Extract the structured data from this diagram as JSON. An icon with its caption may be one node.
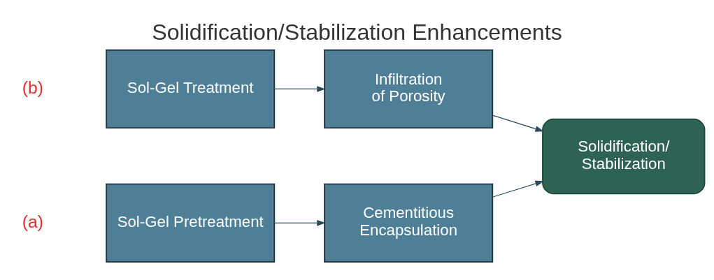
{
  "diagram": {
    "title": "Solidification/Stabilization Enhancements",
    "nodes": [
      {
        "text": [
          "Sol-Gel Pretreatment"
        ]
      },
      {
        "text": [
          "Cementitious Encapsulation"
        ]
      },
      {
        "text": [
          "Solidification/ Stabilization"
        ]
      },
      {
        "text": [
          "Sol-Gel Treatment"
        ]
      },
      {
        "text": [
          "Infiltration of Porosity"
        ]
      }
    ],
    "edges": [
      {
        "from": 0,
        "to": 1,
        "arrow": "to"
      },
      {
        "from": 1,
        "to": 2,
        "arrow": "to"
      },
      {
        "from": 3,
        "to": 4,
        "arrow": "to"
      },
      {
        "from": 4,
        "to": 2,
        "arrow": "to"
      }
    ],
    "labels": [
      "(a)",
      "(b)"
    ]
  }
}
